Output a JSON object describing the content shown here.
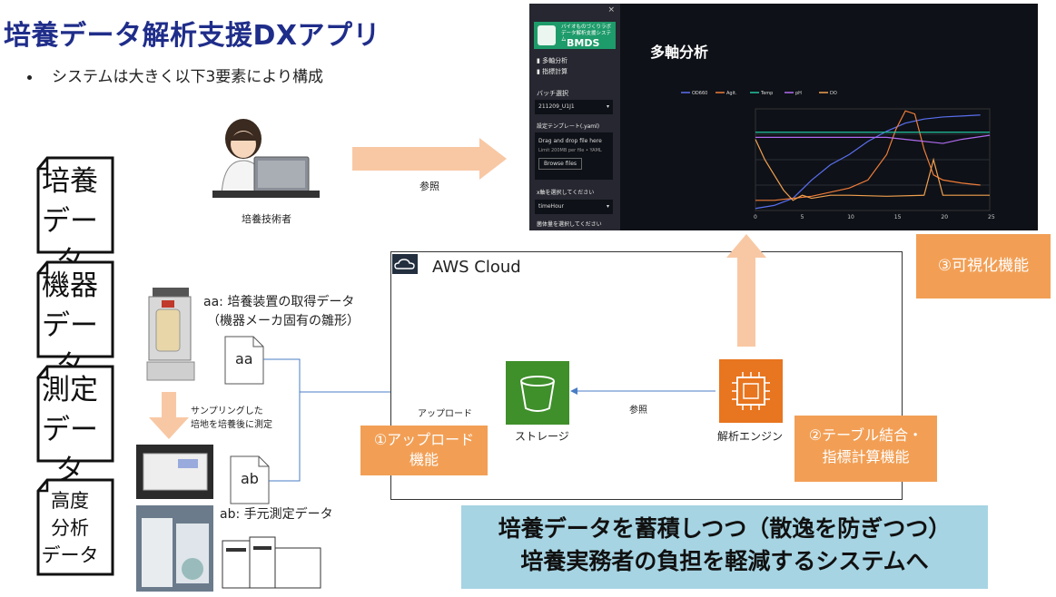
{
  "title": "培養データ解析支援DXアプリ",
  "subtitle": "システムは大きく以下3要素により構成",
  "cards": [
    {
      "lines": [
        "培養",
        "データ"
      ]
    },
    {
      "lines": [
        "機器",
        "データ"
      ]
    },
    {
      "lines": [
        "測定",
        "データ"
      ]
    },
    {
      "lines": [
        "高度",
        "分析",
        "データ"
      ]
    }
  ],
  "technician_label": "培養技術者",
  "ref_label_top": "参照",
  "aa_caption_line1": "aa: 培養装置の取得データ",
  "aa_caption_line2": "（機器メーカ固有の雛形）",
  "aa_file": "aa",
  "ab_file": "ab",
  "ab_caption": "ab: 手元測定データ",
  "sampling_line1": "サンプリングした",
  "sampling_line2": "培地を培養後に測定",
  "aws_title": "AWS Cloud",
  "upload_label": "アップロード",
  "storage_label": "ストレージ",
  "ref_label_mid": "参照",
  "engine_label": "解析エンジン",
  "feature1_line1": "①アップロード",
  "feature1_line2": "機能",
  "feature2_line1": "②テーブル結合・",
  "feature2_line2": "指標計算機能",
  "feature3": "③可視化機能",
  "banner_line1": "培養データを蓄積しつつ（散逸を防ぎつつ）",
  "banner_line2": "培養実務者の負担を軽減するシステムへ",
  "dashboard": {
    "logo_line1": "バイオものづくりラボ",
    "logo_line2": "データ解析支援システム",
    "logo_name": "BMDS",
    "menu_1": "多軸分析",
    "menu_2": "指標計算",
    "batch_label": "バッチ選択",
    "batch_value": "211209_U1J1",
    "template_label": "設定テンプレート(.yaml)",
    "drop_text": "Drag and drop file here",
    "drop_limit": "Limit 200MB per file • YAML",
    "browse": "Browse files",
    "x_axis_label": "x軸を選択してください",
    "x_axis_value": "timeHour",
    "group_label": "菌体量を選択してください",
    "heading": "多軸分析",
    "close": "×",
    "colors": {
      "od": "#5a6ff0",
      "agit": "#ef7c3a",
      "temp": "#23c4a0",
      "ph": "#b06bf0",
      "do": "#f0a050"
    }
  },
  "chart_data": {
    "type": "line",
    "legend": [
      "OD660",
      "Agit.",
      "Temp",
      "pH",
      "DO"
    ],
    "x_ticks": [
      "0",
      "5",
      "10",
      "15",
      "20",
      "25"
    ],
    "xlim": [
      0,
      25
    ],
    "series": [
      {
        "name": "OD660",
        "x": [
          0,
          2,
          4,
          6,
          8,
          10,
          12,
          14,
          16,
          18,
          20,
          22,
          24
        ],
        "y": [
          0.02,
          0.05,
          0.12,
          0.3,
          0.45,
          0.55,
          0.68,
          0.78,
          0.86,
          0.9,
          0.92,
          0.93,
          0.94
        ]
      },
      {
        "name": "Agit.",
        "x": [
          0,
          2,
          4,
          6,
          8,
          10,
          12,
          14,
          15,
          16,
          17,
          18,
          19,
          20,
          22,
          24
        ],
        "y": [
          0.1,
          0.1,
          0.12,
          0.14,
          0.18,
          0.22,
          0.3,
          0.55,
          0.8,
          0.98,
          0.95,
          0.6,
          0.35,
          0.3,
          0.27,
          0.25
        ]
      },
      {
        "name": "Temp",
        "x": [
          0,
          5,
          10,
          15,
          20,
          25
        ],
        "y": [
          0.77,
          0.77,
          0.77,
          0.77,
          0.77,
          0.77
        ]
      },
      {
        "name": "pH",
        "x": [
          0,
          5,
          10,
          14,
          16,
          18,
          20,
          22,
          25
        ],
        "y": [
          0.72,
          0.72,
          0.72,
          0.72,
          0.7,
          0.68,
          0.66,
          0.7,
          0.74
        ]
      },
      {
        "name": "DO",
        "x": [
          0,
          1,
          2,
          3,
          4,
          5,
          6,
          8,
          10,
          14,
          18,
          19,
          20,
          22,
          25
        ],
        "y": [
          0.7,
          0.5,
          0.35,
          0.2,
          0.1,
          0.15,
          0.12,
          0.15,
          0.15,
          0.14,
          0.15,
          0.5,
          0.15,
          0.15,
          0.15
        ]
      }
    ]
  }
}
